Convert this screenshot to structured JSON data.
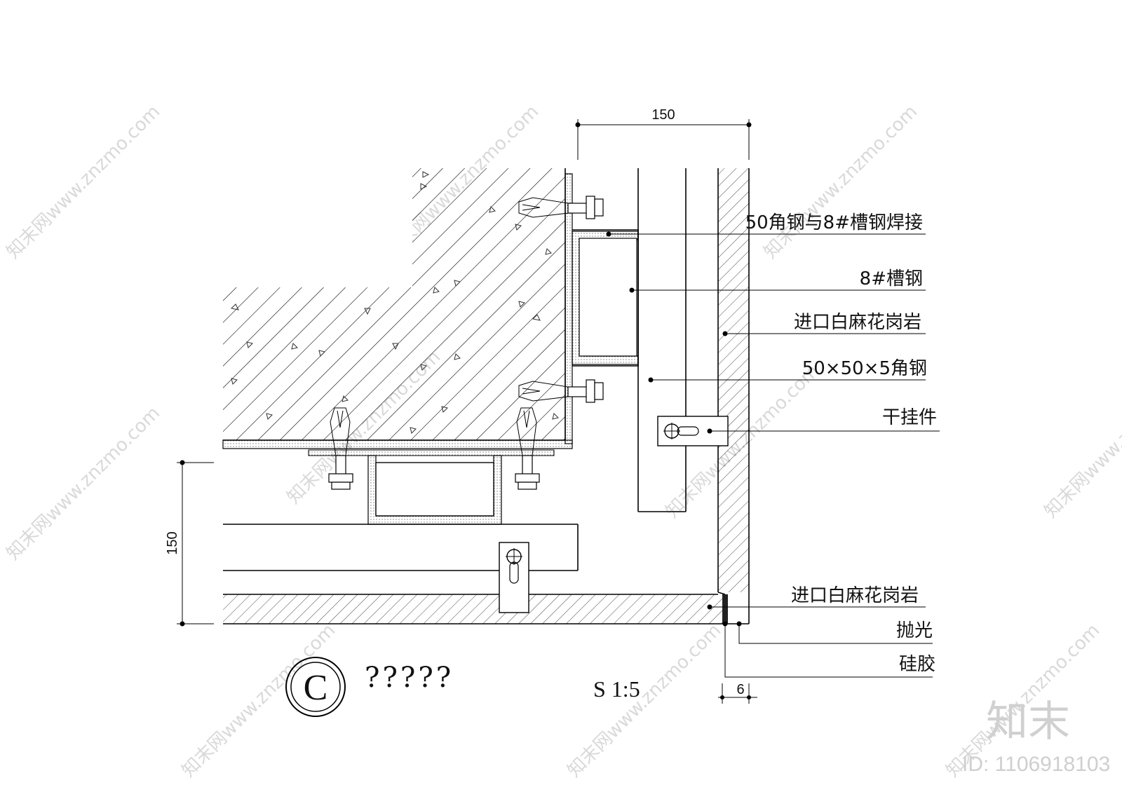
{
  "drawing": {
    "dim_top": "150",
    "dim_left": "150",
    "dim_gap": "6",
    "labels": {
      "weld": "50角钢与8#槽钢焊接",
      "channel": "8#槽钢",
      "granite_top": "进口白麻花岗岩",
      "angle": "50×50×5角钢",
      "hanger": "干挂件",
      "granite_bottom": "进口白麻花岗岩",
      "polish": "抛光",
      "silicone": "硅胶"
    },
    "detail_mark": "C",
    "detail_title": "?????",
    "scale": "S 1:5"
  },
  "watermark": {
    "text": "知末网www.znzmo.com",
    "logo": "知末",
    "id": "ID: 1106918103"
  }
}
